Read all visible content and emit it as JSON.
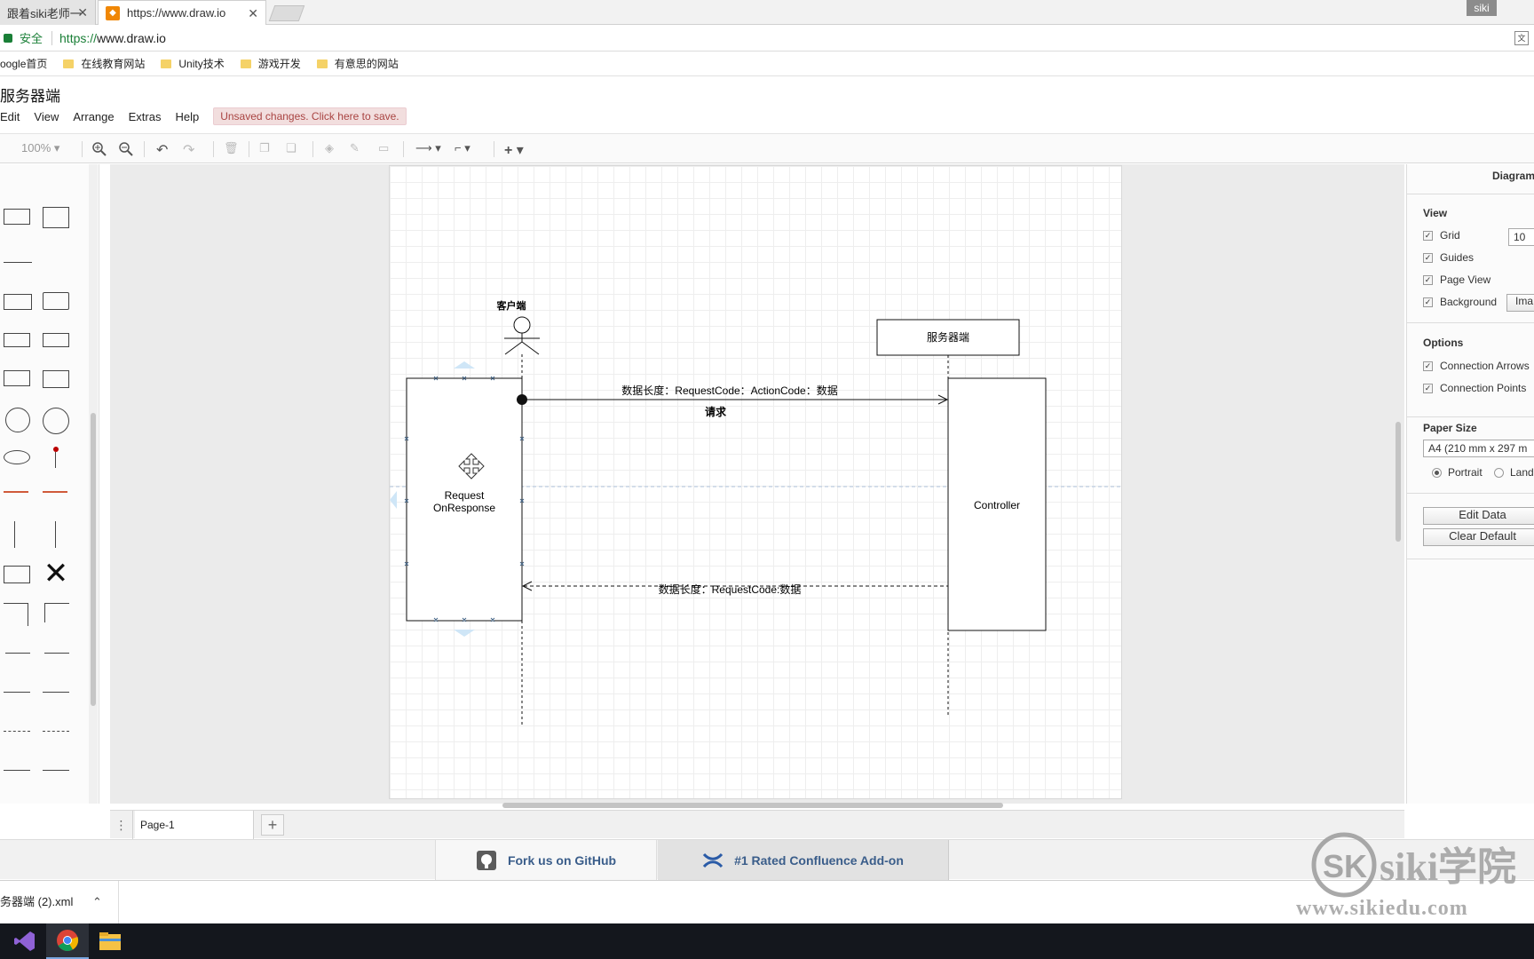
{
  "browser": {
    "tabs": [
      {
        "label": "跟着siki老师一",
        "active": false
      },
      {
        "label": "https://www.draw.io",
        "active": true
      }
    ],
    "window_user": "siki",
    "address": {
      "secure_label": "安全",
      "scheme": "https://",
      "host": "www.draw.io"
    },
    "translate_icon": "translate-icon",
    "bookmarks": [
      "oogle首页",
      "在线教育网站",
      "Unity技术",
      "游戏开发",
      "有意思的网站"
    ]
  },
  "app": {
    "title": "服务器端",
    "menus": [
      "Edit",
      "View",
      "Arrange",
      "Extras",
      "Help"
    ],
    "unsaved_notice": "Unsaved changes. Click here to save."
  },
  "toolbar": {
    "zoom": "100%",
    "icons": [
      "zoom-in-icon",
      "zoom-out-icon",
      "undo-icon",
      "redo-icon",
      "delete-icon",
      "to-front-icon",
      "to-back-icon",
      "fill-color-icon",
      "line-color-icon",
      "shadow-icon",
      "connection-icon",
      "waypoints-icon",
      "insert-icon"
    ]
  },
  "diagram": {
    "actor_label": "客户端",
    "server_label": "服务器端",
    "client_box_label_1": "Request",
    "client_box_label_2": "OnResponse",
    "controller_label": "Controller",
    "request_message": "数据长度：RequestCode：ActionCode：数据",
    "request_caption": "请求",
    "response_message": "数据长度：RequestCode:数据"
  },
  "format_panel": {
    "header": "Diagram",
    "view_title": "View",
    "grid_label": "Grid",
    "grid_size": "10",
    "guides_label": "Guides",
    "page_view_label": "Page View",
    "background_label": "Background",
    "background_button": "Ima",
    "options_title": "Options",
    "connection_arrows_label": "Connection Arrows",
    "connection_points_label": "Connection Points",
    "paper_size_title": "Paper Size",
    "paper_size_value": "A4 (210 mm x 297 m",
    "portrait_label": "Portrait",
    "landscape_label": "Lands",
    "edit_data_button": "Edit Data",
    "clear_default_button": "Clear Default"
  },
  "pages": {
    "current": "Page-1"
  },
  "footer": {
    "github": "Fork us on GitHub",
    "confluence": "#1 Rated Confluence Add-on"
  },
  "download": {
    "file": "务器端 (2).xml"
  },
  "watermark": {
    "brand": "siki学院",
    "url": "www.sikiedu.com"
  }
}
